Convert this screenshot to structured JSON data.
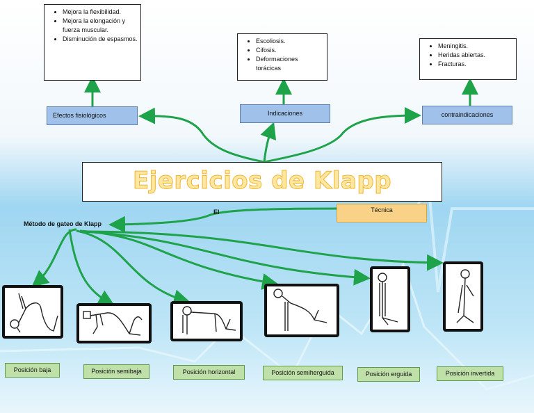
{
  "title": "Ejercicios de Klapp",
  "branches": {
    "efectos": {
      "label": "Efectos fisiológicos",
      "items": [
        "Mejora la flexibilidad.",
        "Mejora la elongación y fuerza muscular.",
        "Disminución de espasmos."
      ]
    },
    "indicaciones": {
      "label": "Indicaciones",
      "items": [
        "Escoliosis.",
        "Cifosis.",
        "Deformaciones torácicas"
      ]
    },
    "contraindicaciones": {
      "label": "contraindicaciones",
      "items": [
        "Meningitis.",
        "Heridas abiertas.",
        "Fracturas."
      ]
    }
  },
  "tecnica": {
    "label": "Técnica",
    "connector": "El",
    "method": "Método de gateo de Klapp"
  },
  "positions": [
    "Posición baja",
    "Posición semibaja",
    "Posición horizontal",
    "Posición semiherguida",
    "Posición erguida",
    "Posición invertida"
  ],
  "colors": {
    "arrow": "#1ea24a",
    "blue_box": "#9fc1ea",
    "orange_box": "#fad287",
    "green_box": "#bfe0a8",
    "title_fill": "#fde7a1"
  }
}
